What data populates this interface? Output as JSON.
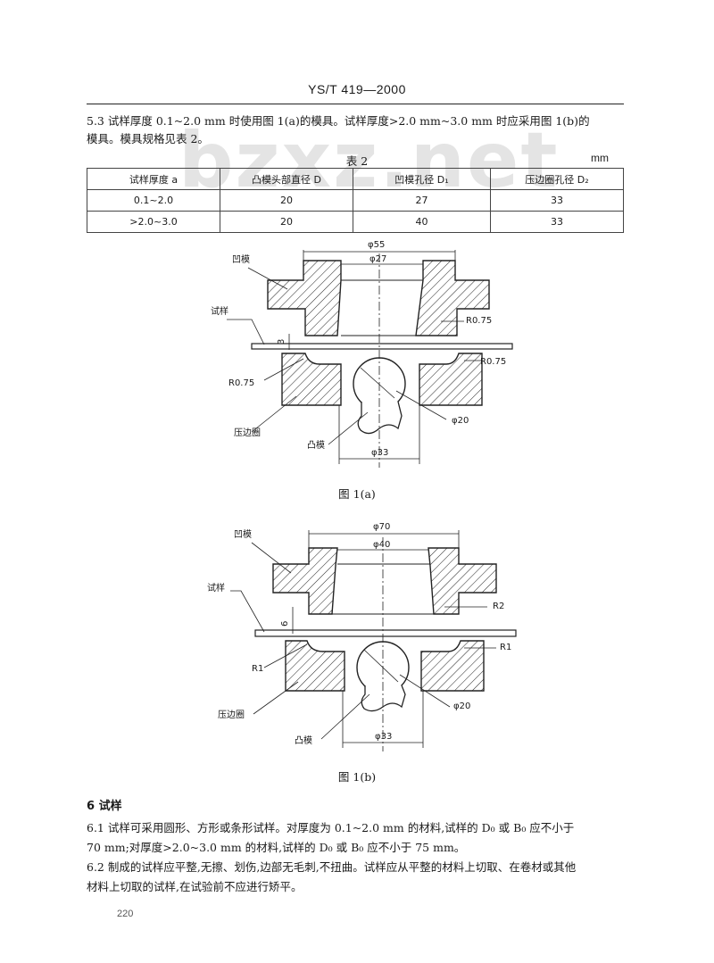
{
  "header": {
    "code": "YS/T 419—2000"
  },
  "watermark": "bzxz.net",
  "section_5_3": {
    "line1": "5.3  试样厚度 0.1~2.0 mm 时使用图 1(a)的模具。试样厚度>2.0 mm~3.0 mm 时应采用图 1(b)的",
    "line2": "模具。模具规格见表 2。"
  },
  "table2": {
    "title": "表 2",
    "unit": "mm",
    "headers": [
      "试样厚度  a",
      "凸模头部直径  D",
      "凹模孔径  D₁",
      "压边圈孔径  D₂"
    ],
    "rows": [
      [
        "0.1~2.0",
        "20",
        "27",
        "33"
      ],
      [
        ">2.0~3.0",
        "20",
        "40",
        "33"
      ]
    ]
  },
  "figure_a": {
    "caption": "图 1(a)",
    "labels": {
      "die": "凹模",
      "sample": "试样",
      "holder": "压边圈",
      "punch": "凸模",
      "d_outer": "φ55",
      "d_inner": "φ27",
      "r_top": "R0.75",
      "r_right": "R0.75",
      "r_left": "R0.75",
      "d_punch": "φ20",
      "d_holder": "φ33",
      "thickness": "3"
    }
  },
  "figure_b": {
    "caption": "图 1(b)",
    "labels": {
      "die": "凹模",
      "sample": "试样",
      "holder": "压边圈",
      "punch": "凸模",
      "d_outer": "φ70",
      "d_inner": "φ40",
      "r_top": "R2",
      "r_right": "R1",
      "r_left": "R1",
      "d_punch": "φ20",
      "d_holder": "φ33",
      "thickness": "6"
    }
  },
  "section_6": {
    "heading": "6  试样",
    "p1_line1": "6.1  试样可采用圆形、方形或条形试样。对厚度为 0.1~2.0 mm 的材料,试样的 D₀ 或 B₀ 应不小于",
    "p1_line2": "70 mm;对厚度>2.0~3.0 mm 的材料,试样的 D₀ 或 B₀ 应不小于 75 mm。",
    "p2_line1": "6.2  制成的试样应平整,无擦、划伤,边部无毛刺,不扭曲。试样应从平整的材料上切取、在卷材或其他",
    "p2_line2": "材料上切取的试样,在试验前不应进行矫平。"
  },
  "page_number": "220"
}
